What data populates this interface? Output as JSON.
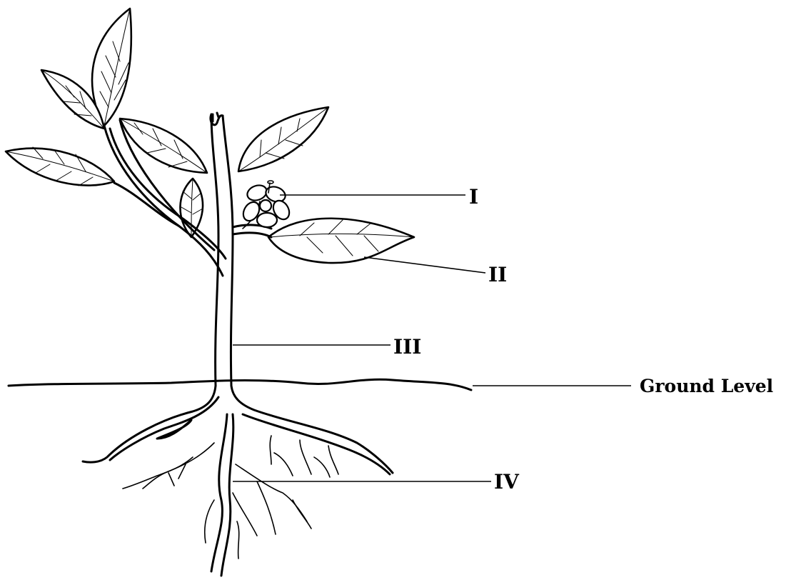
{
  "labels": {
    "flower": "I",
    "leaf": "II",
    "stem": "III",
    "root": "IV",
    "ground": "Ground Level"
  }
}
